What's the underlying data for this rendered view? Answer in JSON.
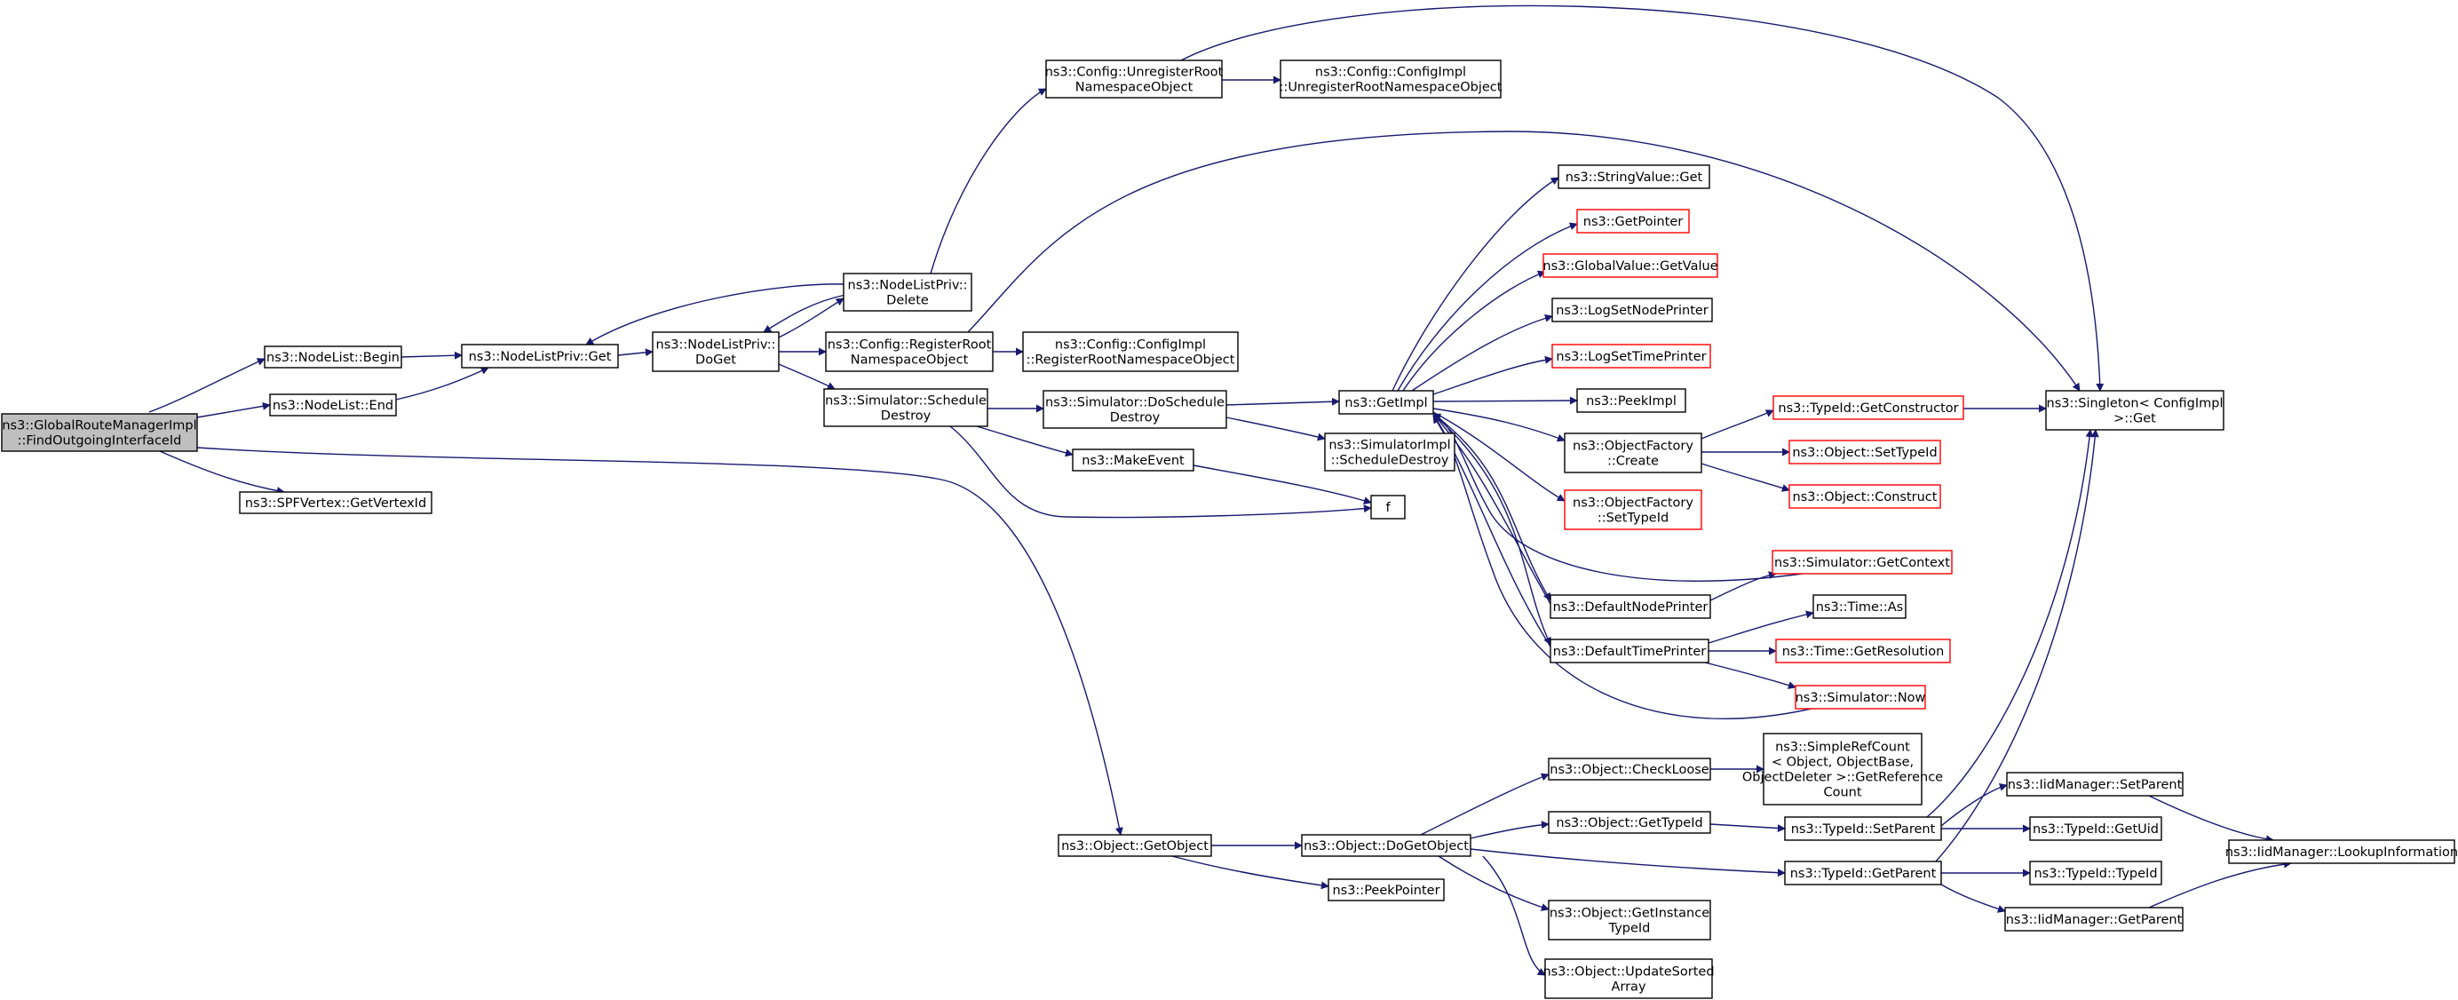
{
  "colors": {
    "edge": "#191970",
    "focus_fill": "#bfbfbf",
    "external_border": "#ff0000",
    "border": "#000000",
    "background": "#ffffff"
  },
  "nodes": [
    {
      "id": "root",
      "lines": [
        "ns3::GlobalRouteManagerImpl",
        "::FindOutgoingInterfaceId"
      ],
      "kind": "focus"
    },
    {
      "id": "nlbegin",
      "lines": [
        "ns3::NodeList::Begin"
      ]
    },
    {
      "id": "nlend",
      "lines": [
        "ns3::NodeList::End"
      ]
    },
    {
      "id": "spf",
      "lines": [
        "ns3::SPFVertex::GetVertexId"
      ]
    },
    {
      "id": "nlpget",
      "lines": [
        "ns3::NodeListPriv::Get"
      ]
    },
    {
      "id": "nlpdoget",
      "lines": [
        "ns3::NodeListPriv::",
        "DoGet"
      ]
    },
    {
      "id": "nlpdel",
      "lines": [
        "ns3::NodeListPriv::",
        "Delete"
      ]
    },
    {
      "id": "cfgunreg",
      "lines": [
        "ns3::Config::UnregisterRoot",
        "NamespaceObject"
      ]
    },
    {
      "id": "cfgimplunreg",
      "lines": [
        "ns3::Config::ConfigImpl",
        "::UnregisterRootNamespaceObject"
      ]
    },
    {
      "id": "cfgreg",
      "lines": [
        "ns3::Config::RegisterRoot",
        "NamespaceObject"
      ]
    },
    {
      "id": "cfgimplreg",
      "lines": [
        "ns3::Config::ConfigImpl",
        "::RegisterRootNamespaceObject"
      ]
    },
    {
      "id": "simsd",
      "lines": [
        "ns3::Simulator::Schedule",
        "Destroy"
      ]
    },
    {
      "id": "simdosd",
      "lines": [
        "ns3::Simulator::DoSchedule",
        "Destroy"
      ]
    },
    {
      "id": "makeev",
      "lines": [
        "ns3::MakeEvent"
      ]
    },
    {
      "id": "simimplsd",
      "lines": [
        "ns3::SimulatorImpl",
        "::ScheduleDestroy"
      ]
    },
    {
      "id": "f",
      "lines": [
        "f"
      ]
    },
    {
      "id": "getimpl",
      "lines": [
        "ns3::GetImpl"
      ]
    },
    {
      "id": "strget",
      "lines": [
        "ns3::StringValue::Get"
      ]
    },
    {
      "id": "getptr",
      "lines": [
        "ns3::GetPointer"
      ],
      "kind": "ext"
    },
    {
      "id": "gvget",
      "lines": [
        "ns3::GlobalValue::GetValue"
      ],
      "kind": "ext"
    },
    {
      "id": "lsnp",
      "lines": [
        "ns3::LogSetNodePrinter"
      ]
    },
    {
      "id": "lstp",
      "lines": [
        "ns3::LogSetTimePrinter"
      ],
      "kind": "ext"
    },
    {
      "id": "peekimpl",
      "lines": [
        "ns3::PeekImpl"
      ]
    },
    {
      "id": "ofcreate",
      "lines": [
        "ns3::ObjectFactory",
        "::Create"
      ]
    },
    {
      "id": "ofsettid",
      "lines": [
        "ns3::ObjectFactory",
        "::SetTypeId"
      ],
      "kind": "ext"
    },
    {
      "id": "dnp",
      "lines": [
        "ns3::DefaultNodePrinter"
      ]
    },
    {
      "id": "dtp",
      "lines": [
        "ns3::DefaultTimePrinter"
      ]
    },
    {
      "id": "tidgetctor",
      "lines": [
        "ns3::TypeId::GetConstructor"
      ],
      "kind": "ext"
    },
    {
      "id": "objsettid",
      "lines": [
        "ns3::Object::SetTypeId"
      ],
      "kind": "ext"
    },
    {
      "id": "objconstruct",
      "lines": [
        "ns3::Object::Construct"
      ],
      "kind": "ext"
    },
    {
      "id": "singleton",
      "lines": [
        "ns3::Singleton< ConfigImpl",
        " >::Get"
      ]
    },
    {
      "id": "simgetctx",
      "lines": [
        "ns3::Simulator::GetContext"
      ],
      "kind": "ext"
    },
    {
      "id": "timeas",
      "lines": [
        "ns3::Time::As"
      ]
    },
    {
      "id": "timeres",
      "lines": [
        "ns3::Time::GetResolution"
      ],
      "kind": "ext"
    },
    {
      "id": "simnow",
      "lines": [
        "ns3::Simulator::Now"
      ],
      "kind": "ext"
    },
    {
      "id": "objgetobj",
      "lines": [
        "ns3::Object::GetObject"
      ]
    },
    {
      "id": "objdogetobj",
      "lines": [
        "ns3::Object::DoGetObject"
      ]
    },
    {
      "id": "peekptr",
      "lines": [
        "ns3::PeekPointer"
      ]
    },
    {
      "id": "objcheck",
      "lines": [
        "ns3::Object::CheckLoose"
      ]
    },
    {
      "id": "simplerc",
      "lines": [
        "ns3::SimpleRefCount",
        "< Object, ObjectBase,",
        " ObjectDeleter >::GetReference",
        "Count"
      ]
    },
    {
      "id": "objgettid",
      "lines": [
        "ns3::Object::GetTypeId"
      ]
    },
    {
      "id": "objgetinst",
      "lines": [
        "ns3::Object::GetInstance",
        "TypeId"
      ]
    },
    {
      "id": "objupd",
      "lines": [
        "ns3::Object::UpdateSorted",
        "Array"
      ]
    },
    {
      "id": "tidsetp",
      "lines": [
        "ns3::TypeId::SetParent"
      ]
    },
    {
      "id": "tidgetp",
      "lines": [
        "ns3::TypeId::GetParent"
      ]
    },
    {
      "id": "iidsetp",
      "lines": [
        "ns3::IidManager::SetParent"
      ]
    },
    {
      "id": "tiduid",
      "lines": [
        "ns3::TypeId::GetUid"
      ]
    },
    {
      "id": "tidtid",
      "lines": [
        "ns3::TypeId::TypeId"
      ]
    },
    {
      "id": "iidgetp",
      "lines": [
        "ns3::IidManager::GetParent"
      ]
    },
    {
      "id": "iidlookup",
      "lines": [
        "ns3::IidManager::LookupInformation"
      ]
    }
  ]
}
